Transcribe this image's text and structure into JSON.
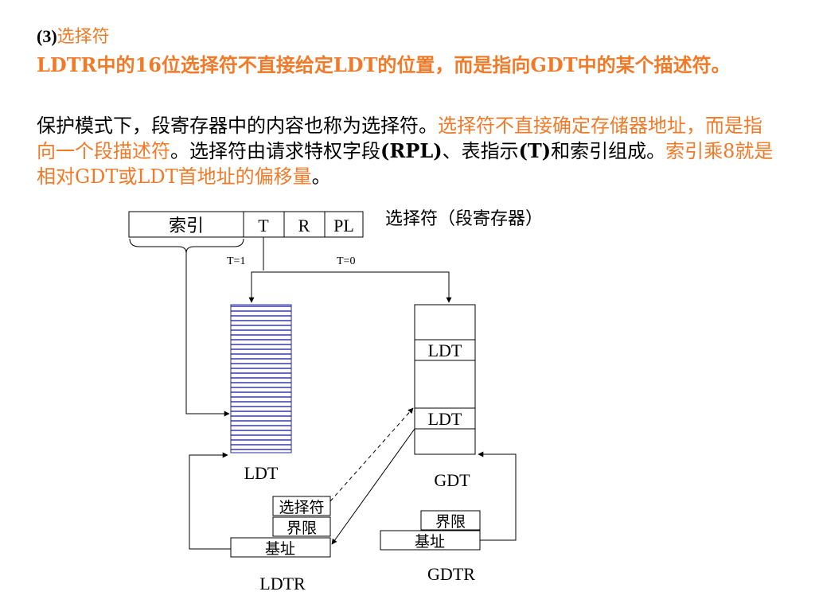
{
  "heading": {
    "number": "(3)",
    "title": "选择符"
  },
  "para1": {
    "text": "LDTR中的16位选择符不直接给定LDT的位置，而是指向GDT中的某个描述符。"
  },
  "para2": {
    "seg1": "保护模式下，段寄存器中的内容也称为选择符。",
    "seg2": "选择符不直接确定存储器地址，而是指向一个段描述符",
    "seg3": "。选择符由请求特权字段",
    "seg4": "(RPL)",
    "seg5": "、表指示",
    "seg6": "(T)",
    "seg7": "和索引组成。",
    "seg8": "索引乘8就是相对GDT或LDT首地址的偏移量",
    "seg9": "。"
  },
  "diagram": {
    "selector": {
      "index_label": "索引",
      "t_label": "T",
      "r_label": "R",
      "pl_label": "PL",
      "caption": "选择符（段寄存器）"
    },
    "t1_label": "T=1",
    "t0_label": "T=0",
    "ldt_caption": "LDT",
    "gdt_entry1": "LDT",
    "gdt_entry2": "LDT",
    "gdt_caption": "GDT",
    "ldtr": {
      "selector_label": "选择符",
      "limit_label": "界限",
      "base_label": "基址",
      "caption": "LDTR"
    },
    "gdtr": {
      "limit_label": "界限",
      "base_label": "基址",
      "caption": "GDTR"
    }
  }
}
